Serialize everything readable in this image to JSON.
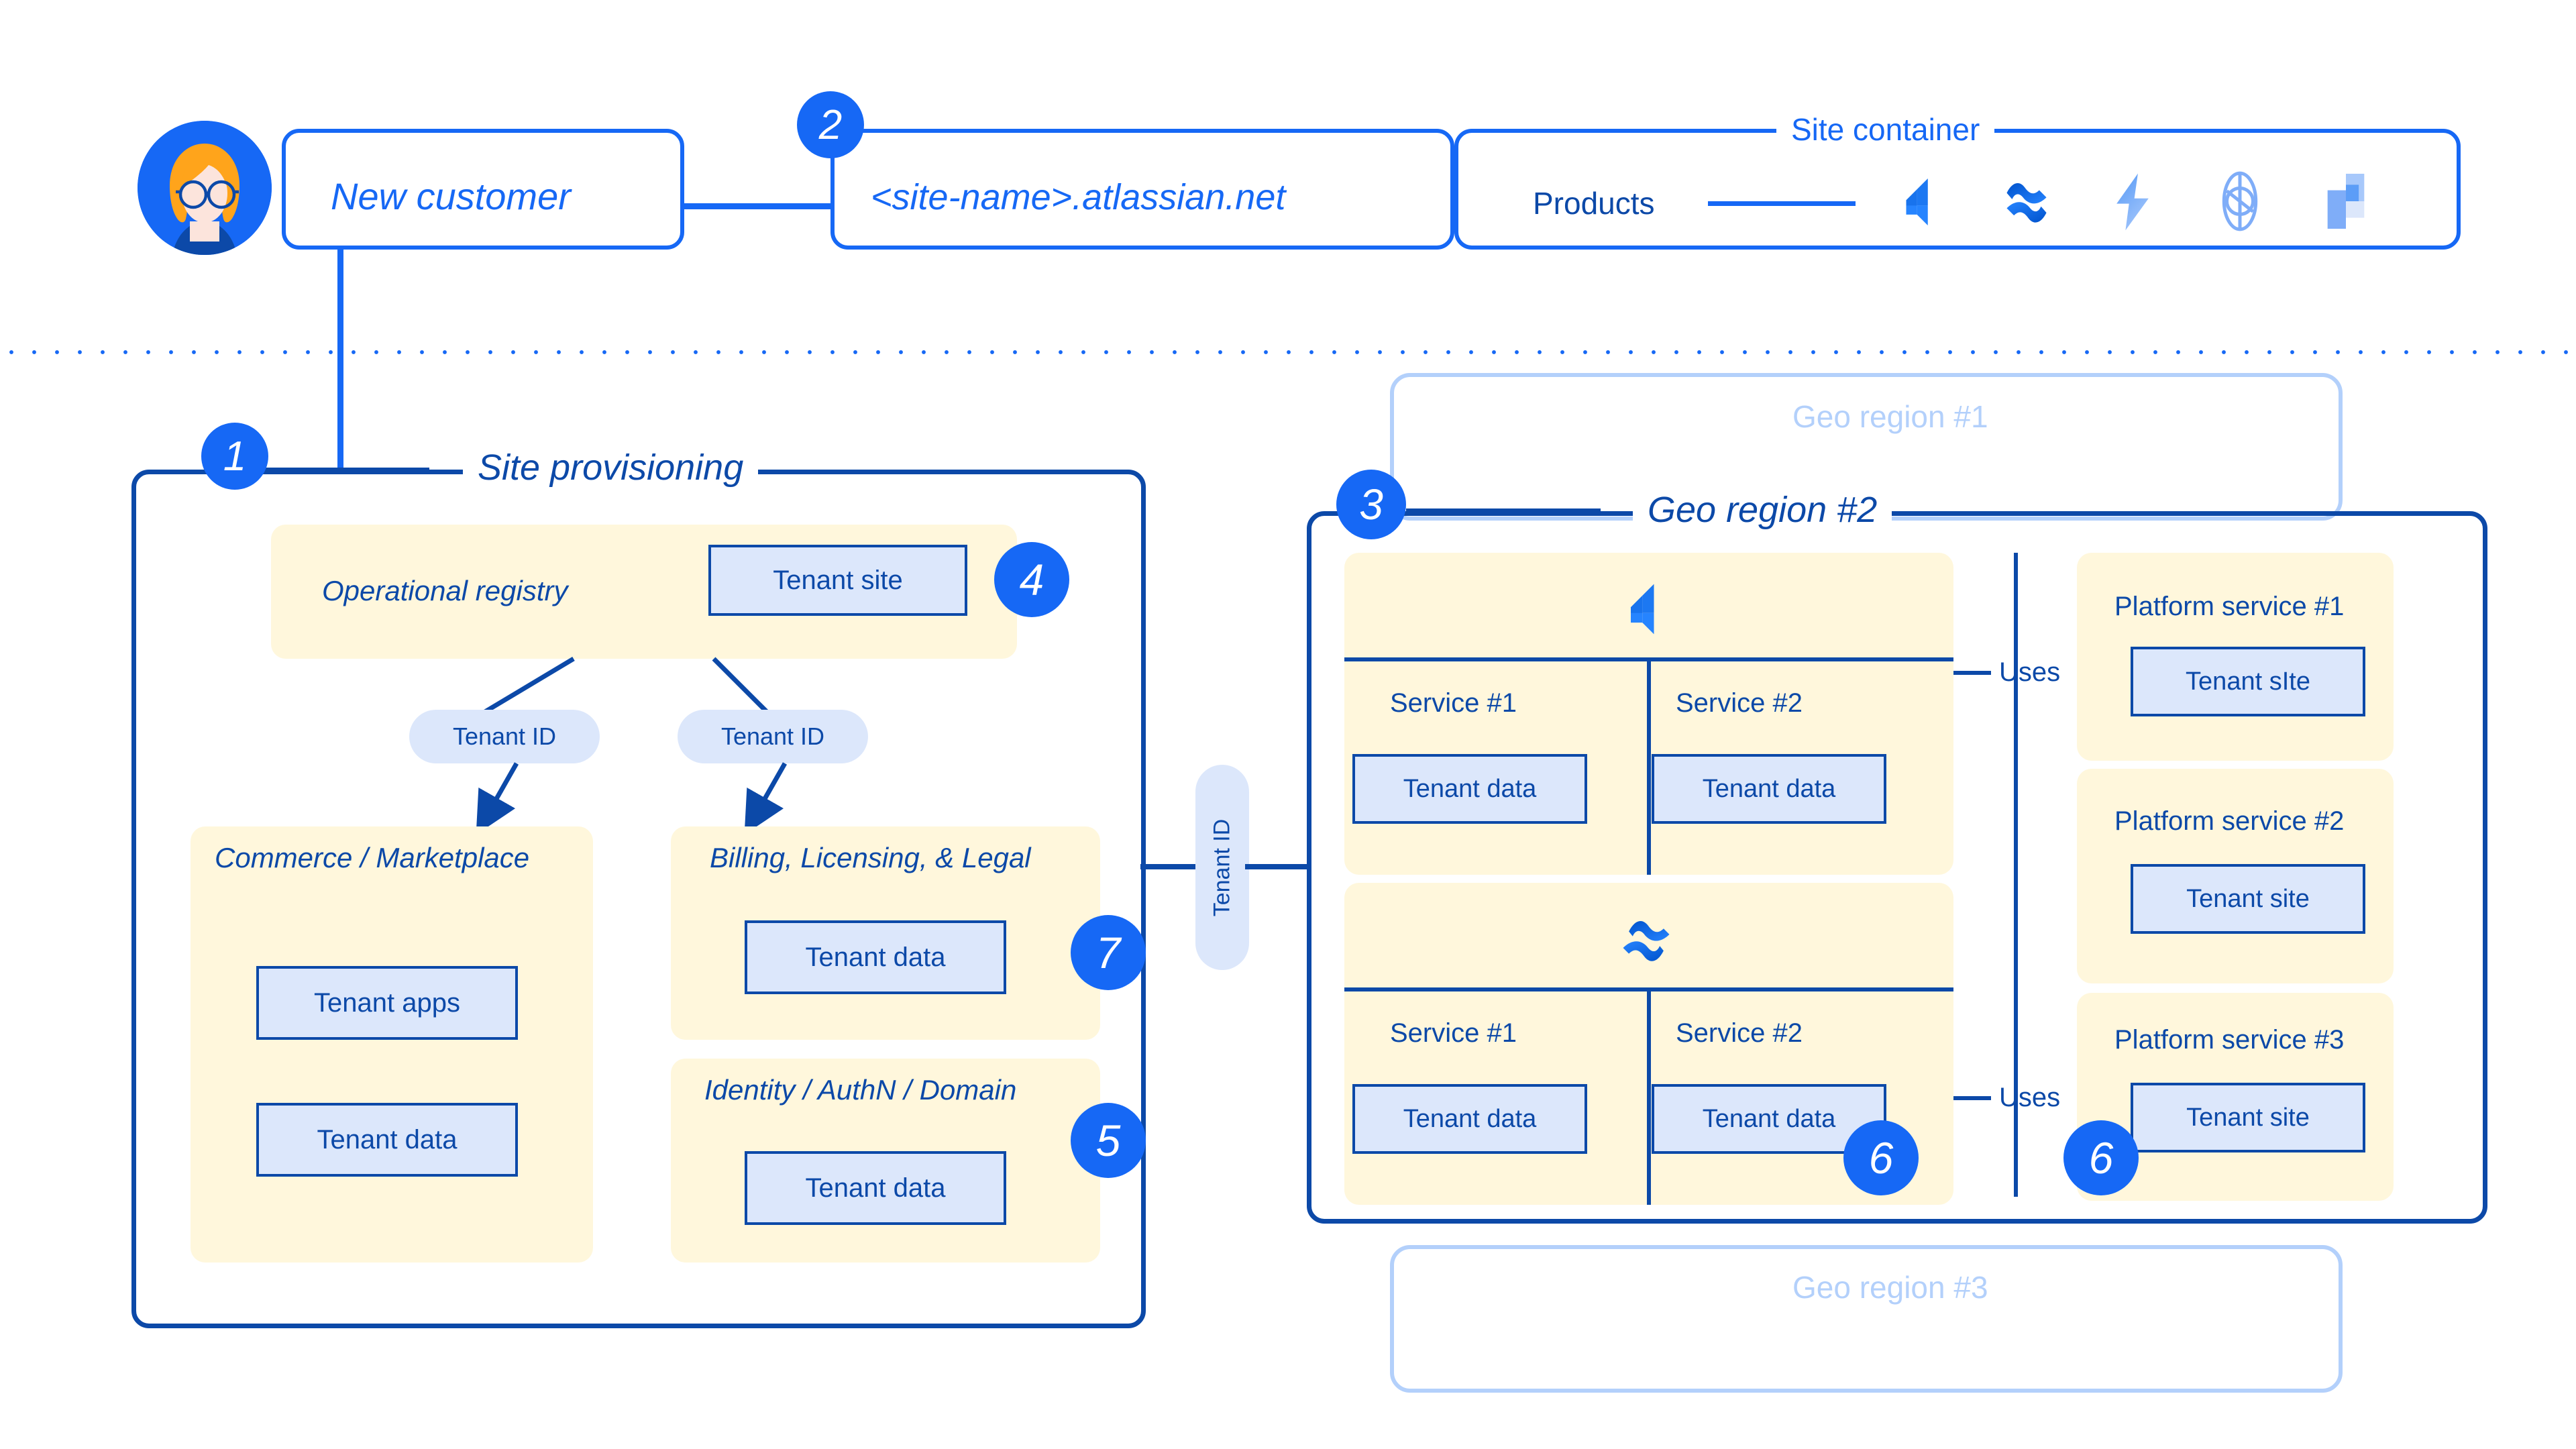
{
  "top": {
    "customer": {
      "label": "New customer",
      "avatar_icon": "woman-avatar-icon"
    },
    "site_name": {
      "label": "<site-name>.atlassian.net"
    },
    "site_container": {
      "label": "Site container",
      "products_label": "Products",
      "product_icons": [
        "jira-icon",
        "confluence-icon",
        "jira-service-management-icon",
        "atlas-icon",
        "trello-icon"
      ]
    },
    "badge_2": "2"
  },
  "provisioning": {
    "title": "Site provisioning",
    "badge_1": "1",
    "registry": {
      "title": "Operational registry",
      "tenant_site_box": "Tenant site",
      "badge_4": "4"
    },
    "tenant_id_pills": [
      "Tenant ID",
      "Tenant ID"
    ],
    "commerce": {
      "title": "Commerce / Marketplace",
      "boxes": [
        "Tenant apps",
        "Tenant data"
      ]
    },
    "billing": {
      "title": "Billing, Licensing, & Legal",
      "boxes": [
        "Tenant data"
      ],
      "badge_7": "7"
    },
    "identity": {
      "title": "Identity / AuthN / Domain",
      "boxes": [
        "Tenant data"
      ],
      "badge_5": "5"
    }
  },
  "bridge": {
    "tenant_id_label": "Tenant ID"
  },
  "geo": {
    "region1_label": "Geo region #1",
    "region3_label": "Geo region #3",
    "region2": {
      "title": "Geo region #2",
      "badge_3": "3",
      "badge_6a": "6",
      "badge_6b": "6",
      "product_groups": [
        {
          "icon": "jira-icon",
          "services": [
            {
              "name": "Service #1",
              "box": "Tenant data"
            },
            {
              "name": "Service #2",
              "box": "Tenant data"
            }
          ],
          "uses_label": "Uses"
        },
        {
          "icon": "confluence-icon",
          "services": [
            {
              "name": "Service #1",
              "box": "Tenant data"
            },
            {
              "name": "Service #2",
              "box": "Tenant data"
            }
          ],
          "uses_label": "Uses"
        }
      ],
      "platform_services": [
        {
          "title": "Platform service #1",
          "box": "Tenant sIte"
        },
        {
          "title": "Platform service #2",
          "box": "Tenant site"
        },
        {
          "title": "Platform service #3",
          "box": "Tenant site"
        }
      ]
    }
  },
  "colors": {
    "brand_blue": "#1668F5",
    "navy": "#0C49A8",
    "card_yellow": "#FFF7DC",
    "data_box_blue": "#DCE7FB",
    "ghost_blue": "#B3D0FB",
    "hair_orange": "#FFA41B",
    "skin": "#FCE4DC"
  }
}
